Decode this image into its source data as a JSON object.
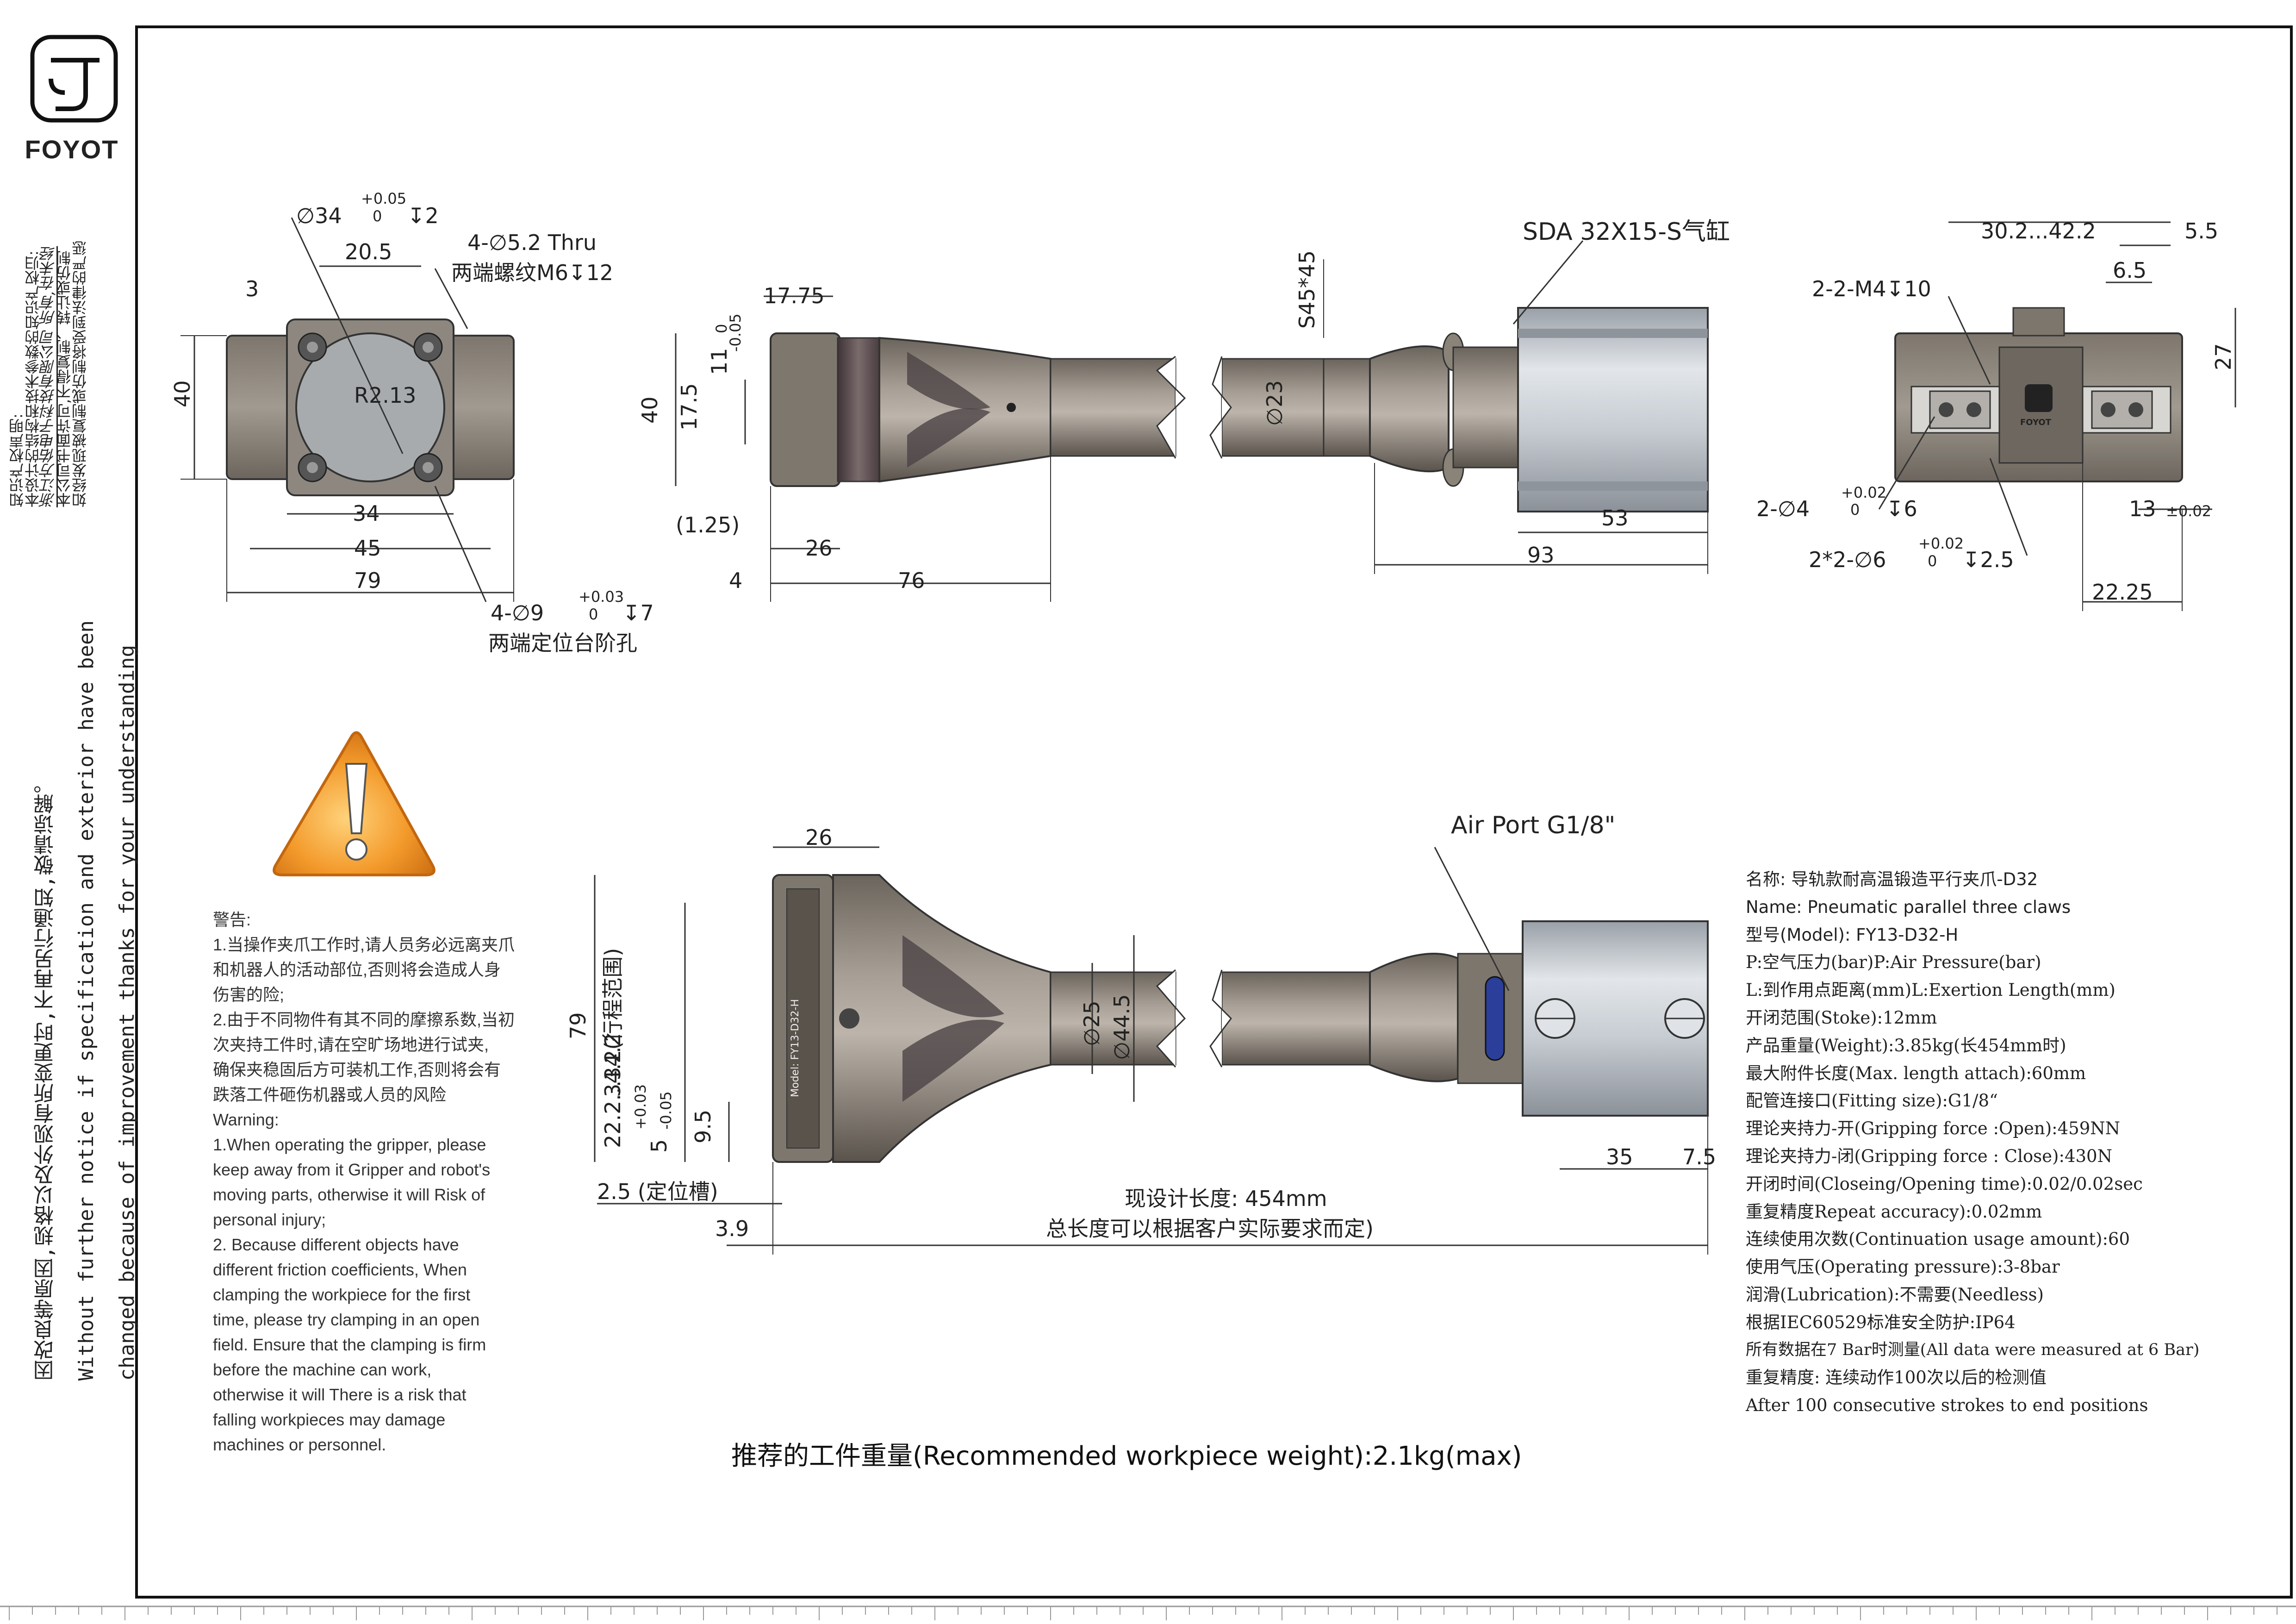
{
  "brand": {
    "name": "FOYOT"
  },
  "sidebar": {
    "ip_title": "知识产权声明:",
    "ip_line1": "本设计的结构和技术参数的知识产权归:",
    "ip_line2": "浙江方佑电子科技有限公司 所有,在未经",
    "ip_line3": "本公司书面许可,不得复制、转让或仿制",
    "ip_line4": "如经发现被复制或仿制将受到法律的严惩",
    "notice_cn": "因改良等原因,规格以及外观有所变更时,不再另行通知,敬请谅解。",
    "notice_en1": "Without further notice if specification and exterior have been",
    "notice_en2": "changed because of improvement thanks for your understanding"
  },
  "top_left_view": {
    "d34": "∅34",
    "tol1_up": "+0.05",
    "tol1_low": "0",
    "depth2": "↧2",
    "w20_5": "20.5",
    "holes": "4-∅5.2 Thru",
    "thread": "两端螺纹M6↧12",
    "d3": "3",
    "h40": "40",
    "r2_13": "R2.13",
    "w34": "34",
    "w45": "45",
    "w79": "79",
    "pin": "4-∅9",
    "tol2_up": "+0.03",
    "tol2_low": "0",
    "depth7": "↧7",
    "pin_desc": "两端定位台阶孔"
  },
  "top_mid_view": {
    "w17_75": "17.75",
    "tol_up": "0",
    "tol_low": "-0.05",
    "h11": "11",
    "h17_5": "17.5",
    "h40": "40",
    "w1_25": "(1.25)",
    "w26": "26",
    "w4": "4",
    "w76": "76",
    "d23": "∅23",
    "sphere": "S45*45",
    "cyl_label": "SDA 32X15-S气缸",
    "w53": "53",
    "w93": "93"
  },
  "top_right_view": {
    "range": "30.2...42.2",
    "w5_5": "5.5",
    "w6_5": "6.5",
    "m4": "2-2-M4↧10",
    "h27": "27",
    "d4": "2-∅4",
    "tol_d4_up": "+0.02",
    "tol_d4_low": "0",
    "depth6": "↧6",
    "d6": "2*2-∅6",
    "tol_d6_up": "+0.02",
    "tol_d6_low": "0",
    "depth2_5": "↧2.5",
    "w13": "13",
    "tol13": "±0.02",
    "w22_25": "22.25",
    "mini_logo": "FOYOT"
  },
  "bottom_view": {
    "w26": "26",
    "h79": "79",
    "stroke": "34.2(行程范围)",
    "range": "22.2...34.2",
    "tol_up": "+0.03",
    "tol_low": "-0.05",
    "w5": "5",
    "w9_5": "9.5",
    "slot": "2.5 (定位槽)",
    "w3_9": "3.9",
    "d25": "∅25",
    "d44_5": "∅44.5",
    "air_port": "Air Port G1/8\"",
    "w35": "35",
    "w7_5": "7.5",
    "len1": "现设计长度: 454mm",
    "len2": "总长度可以根据客户实际要求而定)",
    "model_mark": "Model: FY13-D32-H"
  },
  "warning": {
    "title": "警告:",
    "cn1": "1.当操作夹爪工作时,请人员务必远离夹爪",
    "cn2": "和机器人的活动部位,否则将会造成人身",
    "cn3": "伤害的险;",
    "cn4": "2.由于不同物件有其不同的摩擦系数,当初",
    "cn5": "次夹持工件时,请在空旷场地进行试夹,",
    "cn6": "确保夹稳固后方可装机工作,否则将会有",
    "cn7": "跌落工件砸伤机器或人员的风险",
    "en_title": "Warning:",
    "en1": "1.When operating the gripper, please",
    "en2": "keep away from it Gripper and robot's",
    "en3": "moving parts, otherwise it will Risk of",
    "en4": "personal injury;",
    "en5": "2. Because different objects have",
    "en6": "different friction coefficients, When",
    "en7": "clamping the workpiece for the first",
    "en8": "time, please try clamping in an open",
    "en9": "field. Ensure that the clamping is firm",
    "en10": "before the machine can work,",
    "en11": "otherwise it will There is a risk that",
    "en12": "falling workpieces may damage",
    "en13": "machines or personnel."
  },
  "specs": {
    "name_cn": "名称: 导轨款耐高温锻造平行夹爪-D32",
    "name_en": "Name: Pneumatic parallel three claws",
    "model": "型号(Model): FY13-D32-H",
    "pressure": "P:空气压力(bar)P:Air Pressure(bar)",
    "length": "L:到作用点距离(mm)L:Exertion Length(mm)",
    "stroke": "开闭范围(Stoke):12mm",
    "weight": "产品重量(Weight):3.85kg(长454mm时)",
    "attach": "最大附件长度(Max. length attach):60mm",
    "fitting": "配管连接口(Fitting size):G1/8“",
    "force_open": "理论夹持力-开(Gripping force :Open):459NN",
    "force_close": "理论夹持力-闭(Gripping force : Close):430N",
    "time": "开闭时间(Closeing/Opening time):0.02/0.02sec",
    "accuracy": "重复精度Repeat accuracy):0.02mm",
    "continuation": "连续使用次数(Continuation usage amount):60",
    "operating": "使用气压(Operating pressure):3-8bar",
    "lubrication": "润滑(Lubrication):不需要(Needless)",
    "ip": "根据IEC60529标准安全防护:IP64",
    "measured": "所有数据在7 Bar时测量(All data were measured at 6 Bar)",
    "repeat_cn": "重复精度: 连续动作100次以后的检测值",
    "repeat_en": "After 100 consecutive strokes to end positions"
  },
  "recommended": "推荐的工件重量(Recommended workpiece weight):2.1kg(max)",
  "colors": {
    "metal_dark": "#6b645c",
    "metal_mid": "#8c857b",
    "metal_light": "#b9b2a8",
    "cylinder": "#c8cdd3",
    "warning_orange": "#f39a2b",
    "accent_blue": "#2b3f9a"
  }
}
